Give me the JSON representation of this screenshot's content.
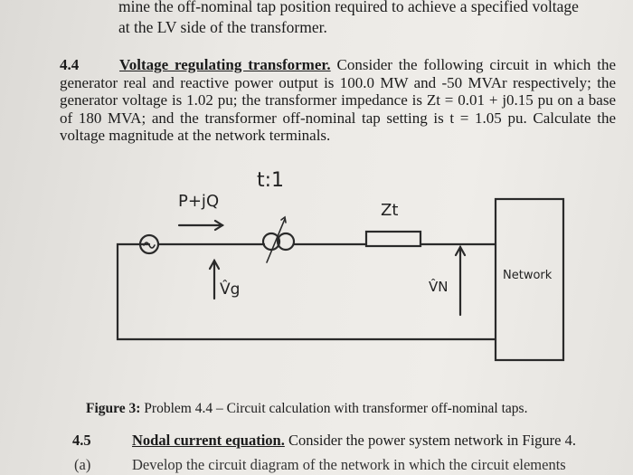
{
  "intro": {
    "line1": "mine the off-nominal tap position required to achieve a specified voltage",
    "line2": "at the LV side of the transformer."
  },
  "problem": {
    "number": "4.4",
    "title": "Voltage regulating transformer.",
    "text": " Consider the following circuit in which the generator real and reactive power output is 100.0 MW and -50 MVAr respectively; the generator voltage is 1.02 pu; the transformer impedance is Zt = 0.01 + j0.15 pu on a base of 180 MVA; and the transformer off-nominal tap setting is t = 1.05 pu. Calculate the voltage magnitude at the network terminals."
  },
  "diagram": {
    "tap_label": "t:1",
    "power_label": "P+jQ",
    "impedance_label": "Zt",
    "vg_label": "V̂g",
    "vn_label": "V̂N",
    "network_label": "Network"
  },
  "caption": {
    "label": "Figure 3:",
    "text": " Problem 4.4 – Circuit calculation with transformer off-nominal taps."
  },
  "next_problem": {
    "number": "4.5",
    "title": "Nodal current equation.",
    "text": " Consider the power system network in Figure 4."
  },
  "next_part": {
    "label": "(a)",
    "text": "Develop the circuit diagram of the network in which the circuit elements"
  }
}
